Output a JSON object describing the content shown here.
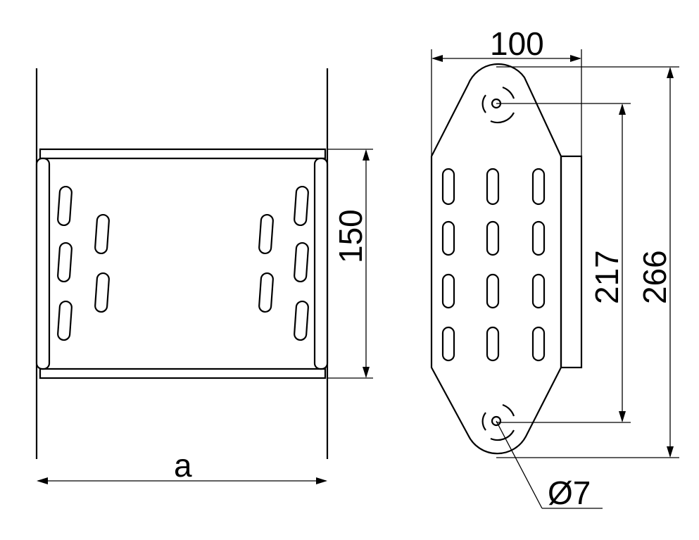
{
  "drawing": {
    "left_view": {
      "height_label": "150",
      "width_label": "a"
    },
    "right_view": {
      "width_label": "100",
      "hole_spacing_label": "217",
      "length_label": "266",
      "hole_diameter_label": "Ø7"
    }
  },
  "colors": {
    "line": "#000000",
    "background": "#ffffff"
  }
}
